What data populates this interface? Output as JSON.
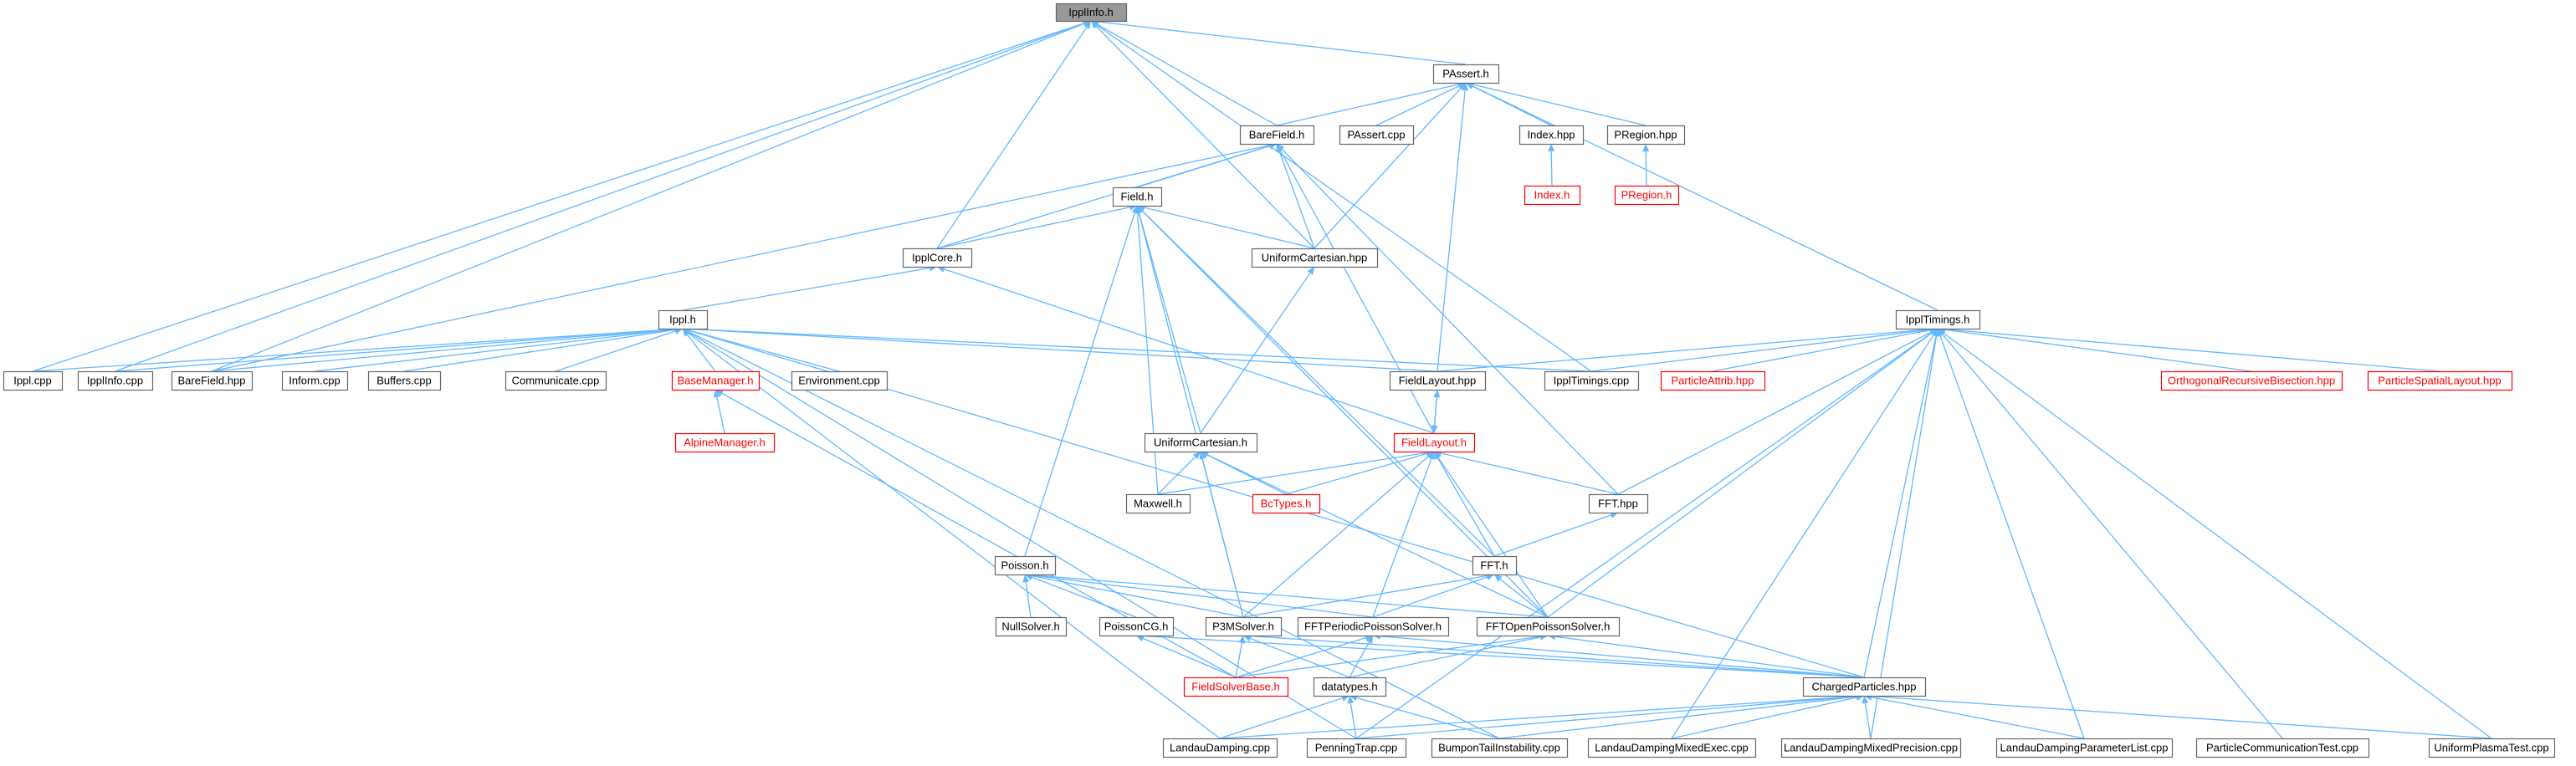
{
  "diagram": {
    "colors": {
      "edge": "#63b8ff",
      "node_border": "#666666",
      "broken_link": "#ff0000",
      "current_fill": "#999999",
      "background": "#ffffff"
    },
    "nodes": [
      {
        "id": "IpplInfo.h",
        "label": "IpplInfo.h",
        "current": true
      },
      {
        "id": "PAssert.h",
        "label": "PAssert.h"
      },
      {
        "id": "BareField.h",
        "label": "BareField.h"
      },
      {
        "id": "PAssert.cpp",
        "label": "PAssert.cpp"
      },
      {
        "id": "Index.hpp",
        "label": "Index.hpp"
      },
      {
        "id": "PRegion.hpp",
        "label": "PRegion.hpp"
      },
      {
        "id": "Index.h",
        "label": "Index.h",
        "red": true
      },
      {
        "id": "PRegion.h",
        "label": "PRegion.h",
        "red": true
      },
      {
        "id": "Field.h",
        "label": "Field.h"
      },
      {
        "id": "IpplCore.h",
        "label": "IpplCore.h"
      },
      {
        "id": "UniformCartesian.hpp",
        "label": "UniformCartesian.hpp"
      },
      {
        "id": "Ippl.h",
        "label": "Ippl.h"
      },
      {
        "id": "IpplTimings.h",
        "label": "IpplTimings.h"
      },
      {
        "id": "Ippl.cpp",
        "label": "Ippl.cpp"
      },
      {
        "id": "IpplInfo.cpp",
        "label": "IpplInfo.cpp"
      },
      {
        "id": "BareField.hpp",
        "label": "BareField.hpp"
      },
      {
        "id": "Inform.cpp",
        "label": "Inform.cpp"
      },
      {
        "id": "Buffers.cpp",
        "label": "Buffers.cpp"
      },
      {
        "id": "Communicate.cpp",
        "label": "Communicate.cpp"
      },
      {
        "id": "BaseManager.h",
        "label": "BaseManager.h",
        "red": true
      },
      {
        "id": "Environment.cpp",
        "label": "Environment.cpp"
      },
      {
        "id": "FieldLayout.hpp",
        "label": "FieldLayout.hpp"
      },
      {
        "id": "IpplTimings.cpp",
        "label": "IpplTimings.cpp"
      },
      {
        "id": "ParticleAttrib.hpp",
        "label": "ParticleAttrib.hpp",
        "red": true
      },
      {
        "id": "OrthogonalRecursiveBisection.hpp",
        "label": "OrthogonalRecursiveBisection.hpp",
        "red": true
      },
      {
        "id": "ParticleSpatialLayout.hpp",
        "label": "ParticleSpatialLayout.hpp",
        "red": true
      },
      {
        "id": "AlpineManager.h",
        "label": "AlpineManager.h",
        "red": true
      },
      {
        "id": "UniformCartesian.h",
        "label": "UniformCartesian.h"
      },
      {
        "id": "FieldLayout.h",
        "label": "FieldLayout.h",
        "red": true
      },
      {
        "id": "Maxwell.h",
        "label": "Maxwell.h"
      },
      {
        "id": "BcTypes.h",
        "label": "BcTypes.h",
        "red": true
      },
      {
        "id": "FFT.hpp",
        "label": "FFT.hpp"
      },
      {
        "id": "Poisson.h",
        "label": "Poisson.h"
      },
      {
        "id": "FFT.h",
        "label": "FFT.h"
      },
      {
        "id": "NullSolver.h",
        "label": "NullSolver.h"
      },
      {
        "id": "PoissonCG.h",
        "label": "PoissonCG.h"
      },
      {
        "id": "P3MSolver.h",
        "label": "P3MSolver.h"
      },
      {
        "id": "FFTPeriodicPoissonSolver.h",
        "label": "FFTPeriodicPoissonSolver.h"
      },
      {
        "id": "FFTOpenPoissonSolver.h",
        "label": "FFTOpenPoissonSolver.h"
      },
      {
        "id": "FieldSolverBase.h",
        "label": "FieldSolverBase.h",
        "red": true
      },
      {
        "id": "datatypes.h",
        "label": "datatypes.h"
      },
      {
        "id": "ChargedParticles.hpp",
        "label": "ChargedParticles.hpp"
      },
      {
        "id": "LandauDamping.cpp",
        "label": "LandauDamping.cpp"
      },
      {
        "id": "PenningTrap.cpp",
        "label": "PenningTrap.cpp"
      },
      {
        "id": "BumponTailInstability.cpp",
        "label": "BumponTailInstability.cpp"
      },
      {
        "id": "LandauDampingMixedExec.cpp",
        "label": "LandauDampingMixedExec.cpp"
      },
      {
        "id": "LandauDampingMixedPrecision.cpp",
        "label": "LandauDampingMixedPrecision.cpp"
      },
      {
        "id": "LandauDampingParameterList.cpp",
        "label": "LandauDampingParameterList.cpp"
      },
      {
        "id": "ParticleCommunicationTest.cpp",
        "label": "ParticleCommunicationTest.cpp"
      },
      {
        "id": "UniformPlasmaTest.cpp",
        "label": "UniformPlasmaTest.cpp"
      }
    ],
    "edges": [
      [
        "PAssert.h",
        "IpplInfo.h"
      ],
      [
        "BareField.h",
        "IpplInfo.h"
      ],
      [
        "IpplCore.h",
        "IpplInfo.h"
      ],
      [
        "UniformCartesian.hpp",
        "IpplInfo.h"
      ],
      [
        "Ippl.cpp",
        "IpplInfo.h"
      ],
      [
        "IpplInfo.cpp",
        "IpplInfo.h"
      ],
      [
        "BareField.hpp",
        "IpplInfo.h"
      ],
      [
        "IpplTimings.cpp",
        "IpplInfo.h"
      ],
      [
        "BareField.h",
        "PAssert.h"
      ],
      [
        "PAssert.cpp",
        "PAssert.h"
      ],
      [
        "Index.hpp",
        "PAssert.h"
      ],
      [
        "PRegion.hpp",
        "PAssert.h"
      ],
      [
        "IpplTimings.h",
        "PAssert.h"
      ],
      [
        "UniformCartesian.hpp",
        "PAssert.h"
      ],
      [
        "FieldLayout.hpp",
        "PAssert.h"
      ],
      [
        "Index.h",
        "Index.hpp"
      ],
      [
        "PRegion.h",
        "PRegion.hpp"
      ],
      [
        "Field.h",
        "BareField.h"
      ],
      [
        "IpplCore.h",
        "BareField.h"
      ],
      [
        "UniformCartesian.hpp",
        "BareField.h"
      ],
      [
        "BareField.hpp",
        "BareField.h"
      ],
      [
        "FieldLayout.h",
        "BareField.h"
      ],
      [
        "FFT.hpp",
        "BareField.h"
      ],
      [
        "IpplCore.h",
        "Field.h"
      ],
      [
        "UniformCartesian.hpp",
        "Field.h"
      ],
      [
        "UniformCartesian.h",
        "Field.h"
      ],
      [
        "Poisson.h",
        "Field.h"
      ],
      [
        "Maxwell.h",
        "Field.h"
      ],
      [
        "P3MSolver.h",
        "Field.h"
      ],
      [
        "FFT.h",
        "Field.h"
      ],
      [
        "FFTOpenPoissonSolver.h",
        "Field.h"
      ],
      [
        "Ippl.h",
        "IpplCore.h"
      ],
      [
        "FieldLayout.h",
        "IpplCore.h"
      ],
      [
        "UniformCartesian.h",
        "UniformCartesian.hpp"
      ],
      [
        "Ippl.cpp",
        "Ippl.h"
      ],
      [
        "IpplInfo.cpp",
        "Ippl.h"
      ],
      [
        "BareField.hpp",
        "Ippl.h"
      ],
      [
        "Inform.cpp",
        "Ippl.h"
      ],
      [
        "Buffers.cpp",
        "Ippl.h"
      ],
      [
        "Communicate.cpp",
        "Ippl.h"
      ],
      [
        "BaseManager.h",
        "Ippl.h"
      ],
      [
        "Environment.cpp",
        "Ippl.h"
      ],
      [
        "FieldLayout.hpp",
        "Ippl.h"
      ],
      [
        "IpplTimings.cpp",
        "Ippl.h"
      ],
      [
        "ChargedParticles.hpp",
        "Ippl.h"
      ],
      [
        "LandauDamping.cpp",
        "Ippl.h"
      ],
      [
        "PenningTrap.cpp",
        "Ippl.h"
      ],
      [
        "BumponTailInstability.cpp",
        "Ippl.h"
      ],
      [
        "AlpineManager.h",
        "BaseManager.h"
      ],
      [
        "FieldSolverBase.h",
        "BaseManager.h"
      ],
      [
        "FieldLayout.hpp",
        "IpplTimings.h"
      ],
      [
        "IpplTimings.cpp",
        "IpplTimings.h"
      ],
      [
        "ParticleAttrib.hpp",
        "IpplTimings.h"
      ],
      [
        "OrthogonalRecursiveBisection.hpp",
        "IpplTimings.h"
      ],
      [
        "ParticleSpatialLayout.hpp",
        "IpplTimings.h"
      ],
      [
        "FFT.hpp",
        "IpplTimings.h"
      ],
      [
        "FFTOpenPoissonSolver.h",
        "IpplTimings.h"
      ],
      [
        "ChargedParticles.hpp",
        "IpplTimings.h"
      ],
      [
        "PenningTrap.cpp",
        "IpplTimings.h"
      ],
      [
        "LandauDampingMixedExec.cpp",
        "IpplTimings.h"
      ],
      [
        "LandauDampingMixedPrecision.cpp",
        "IpplTimings.h"
      ],
      [
        "LandauDampingParameterList.cpp",
        "IpplTimings.h"
      ],
      [
        "ParticleCommunicationTest.cpp",
        "IpplTimings.h"
      ],
      [
        "UniformPlasmaTest.cpp",
        "IpplTimings.h"
      ],
      [
        "FieldLayout.h",
        "FieldLayout.hpp"
      ],
      [
        "FieldLayout.hpp",
        "FieldLayout.h"
      ],
      [
        "Maxwell.h",
        "UniformCartesian.h"
      ],
      [
        "BcTypes.h",
        "UniformCartesian.h"
      ],
      [
        "P3MSolver.h",
        "UniformCartesian.h"
      ],
      [
        "FFTOpenPoissonSolver.h",
        "UniformCartesian.h"
      ],
      [
        "Maxwell.h",
        "FieldLayout.h"
      ],
      [
        "BcTypes.h",
        "FieldLayout.h"
      ],
      [
        "FFT.hpp",
        "FieldLayout.h"
      ],
      [
        "FFT.h",
        "FieldLayout.h"
      ],
      [
        "P3MSolver.h",
        "FieldLayout.h"
      ],
      [
        "FFTPeriodicPoissonSolver.h",
        "FieldLayout.h"
      ],
      [
        "FFTOpenPoissonSolver.h",
        "FieldLayout.h"
      ],
      [
        "FFT.h",
        "FFT.hpp"
      ],
      [
        "NullSolver.h",
        "Poisson.h"
      ],
      [
        "PoissonCG.h",
        "Poisson.h"
      ],
      [
        "P3MSolver.h",
        "Poisson.h"
      ],
      [
        "FFTPeriodicPoissonSolver.h",
        "Poisson.h"
      ],
      [
        "FFTOpenPoissonSolver.h",
        "Poisson.h"
      ],
      [
        "P3MSolver.h",
        "FFT.h"
      ],
      [
        "FFTPeriodicPoissonSolver.h",
        "FFT.h"
      ],
      [
        "FFTOpenPoissonSolver.h",
        "FFT.h"
      ],
      [
        "FieldSolverBase.h",
        "PoissonCG.h"
      ],
      [
        "ChargedParticles.hpp",
        "PoissonCG.h"
      ],
      [
        "FieldSolverBase.h",
        "P3MSolver.h"
      ],
      [
        "datatypes.h",
        "P3MSolver.h"
      ],
      [
        "ChargedParticles.hpp",
        "P3MSolver.h"
      ],
      [
        "FieldSolverBase.h",
        "FFTPeriodicPoissonSolver.h"
      ],
      [
        "datatypes.h",
        "FFTPeriodicPoissonSolver.h"
      ],
      [
        "ChargedParticles.hpp",
        "FFTPeriodicPoissonSolver.h"
      ],
      [
        "FieldSolverBase.h",
        "FFTOpenPoissonSolver.h"
      ],
      [
        "datatypes.h",
        "FFTOpenPoissonSolver.h"
      ],
      [
        "ChargedParticles.hpp",
        "FFTOpenPoissonSolver.h"
      ],
      [
        "LandauDamping.cpp",
        "datatypes.h"
      ],
      [
        "PenningTrap.cpp",
        "datatypes.h"
      ],
      [
        "BumponTailInstability.cpp",
        "datatypes.h"
      ],
      [
        "LandauDamping.cpp",
        "ChargedParticles.hpp"
      ],
      [
        "PenningTrap.cpp",
        "ChargedParticles.hpp"
      ],
      [
        "BumponTailInstability.cpp",
        "ChargedParticles.hpp"
      ],
      [
        "LandauDampingMixedExec.cpp",
        "ChargedParticles.hpp"
      ],
      [
        "LandauDampingMixedPrecision.cpp",
        "ChargedParticles.hpp"
      ],
      [
        "LandauDampingParameterList.cpp",
        "ChargedParticles.hpp"
      ],
      [
        "UniformPlasmaTest.cpp",
        "ChargedParticles.hpp"
      ]
    ]
  }
}
